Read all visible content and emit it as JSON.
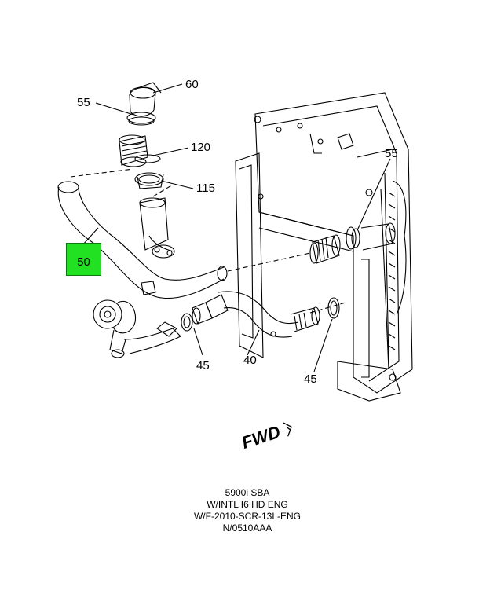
{
  "callouts": {
    "c60": "60",
    "c55_top": "55",
    "c120": "120",
    "c115": "115",
    "c55_right": "55",
    "c50": "50",
    "c40": "40",
    "c45_left": "45",
    "c45_right": "45"
  },
  "fwd_mark": "FWD",
  "caption": {
    "line1": "5900i SBA",
    "line2": "W/INTL I6 HD ENG",
    "line3": "W/F-2010-SCR-13L-ENG",
    "line4": "N/0510AAA"
  },
  "colors": {
    "highlight": "#22e022",
    "line": "#000000"
  }
}
